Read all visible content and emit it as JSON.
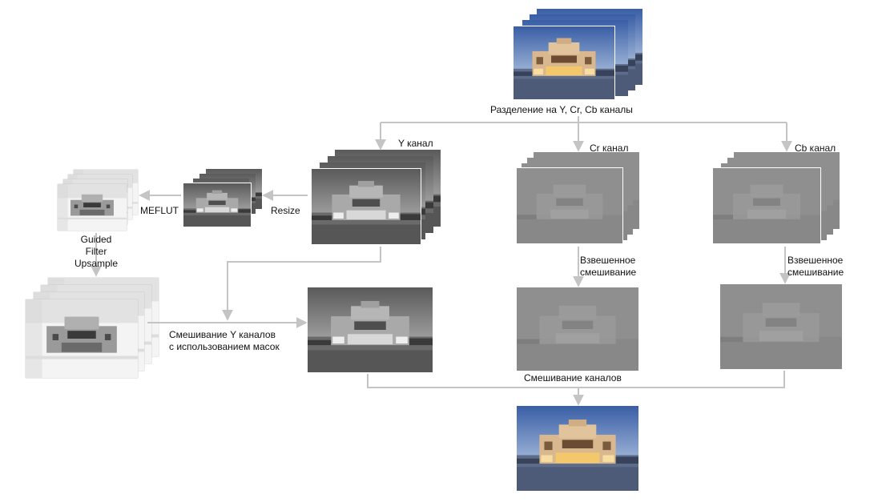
{
  "labels": {
    "split": "Разделение на Y, Cr, Cb каналы",
    "y_channel": "Y канал",
    "cr_channel": "Cr канал",
    "cb_channel": "Cb канал",
    "resize": "Resize",
    "meflut": "MEFLUT",
    "guided_1": "Guided",
    "guided_2": "Filter",
    "guided_3": "Upsample",
    "mix_y_1": "Смешивание Y каналов",
    "mix_y_2": "с использованием масок",
    "weighted_cr_1": "Взвешенное",
    "weighted_cr_2": "смешивание",
    "weighted_cb_1": "Взвешенное",
    "weighted_cb_2": "смешивание",
    "merge": "Смешивание каналов"
  },
  "images": {
    "input_stack": "color-exposure-stack",
    "y_stack": "y-channel-stack",
    "cr_stack": "cr-channel-stack",
    "cb_stack": "cb-channel-stack",
    "resized_stack": "resized-y-stack",
    "mask_stack": "weight-mask-stack",
    "upsampled_masks": "upsampled-mask-stack",
    "fused_y": "fused-y-image",
    "fused_cr": "fused-cr-image",
    "fused_cb": "fused-cb-image",
    "output": "fused-color-output"
  },
  "colors": {
    "arrow": "#c4c4c4",
    "text": "#111111",
    "sky_top": "#3f63a8",
    "facade": "#e6c7a0",
    "lights": "#f3c86a"
  }
}
